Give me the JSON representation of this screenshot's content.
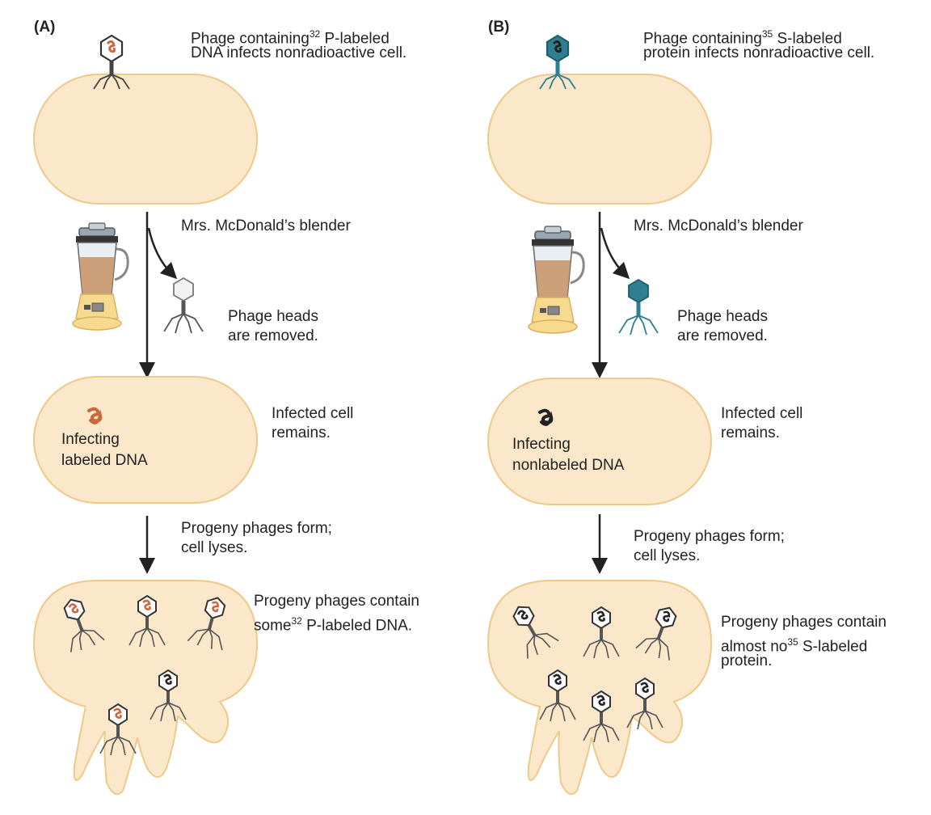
{
  "panels": [
    {
      "tag": "(A)",
      "step1": {
        "pre": "Phage containing",
        "sup": "32",
        "post": " P-labeled",
        "line2": "DNA infects nonradioactive cell."
      },
      "blender": "Mrs. McDonald’s blender",
      "removed": [
        "Phage heads",
        "are removed."
      ],
      "remains": [
        "Infected cell",
        "remains."
      ],
      "infecting": [
        "Infecting",
        "labeled DNA"
      ],
      "progeny_step": [
        "Progeny phages form;",
        "cell lyses."
      ],
      "result": {
        "line1": "Progeny phages contain",
        "pre": "some",
        "sup": "32",
        "post": " P-labeled DNA.",
        "line3": ""
      }
    },
    {
      "tag": "(B)",
      "step1": {
        "pre": "Phage containing",
        "sup": "35",
        "post": " S-labeled",
        "line2": "protein infects nonradioactive cell."
      },
      "blender": "Mrs. McDonald’s blender",
      "removed": [
        "Phage heads",
        "are removed."
      ],
      "remains": [
        "Infected cell",
        "remains."
      ],
      "infecting": [
        "Infecting",
        "nonlabeled DNA"
      ],
      "progeny_step": [
        "Progeny phages form;",
        "cell lyses."
      ],
      "result": {
        "line1": "Progeny phages contain",
        "pre": "almost no",
        "sup": "35",
        "post": " S-labeled",
        "line3": "protein."
      }
    }
  ],
  "colors": {
    "cell_fill": "#fbe7c9",
    "cell_stroke": "#efc98a",
    "labeled_dna": "#c9683c",
    "teal_phage": "#2f7f93",
    "dark_dna": "#222222",
    "arrow": "#222222"
  },
  "icons": [
    "phage-icon",
    "blender-icon",
    "dna-coil-icon",
    "arrow-icon"
  ]
}
